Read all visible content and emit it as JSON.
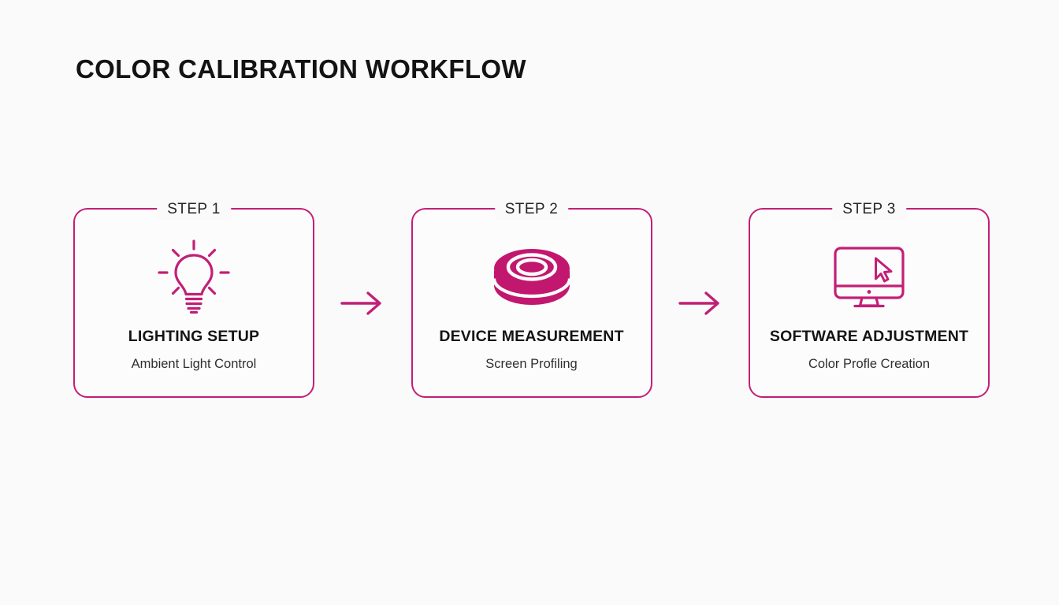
{
  "theme": {
    "background": "#fbfafb",
    "accent": "#c21f76",
    "accent_solid": "#c2176f",
    "title_color": "#131313",
    "label_color": "#262626",
    "subtitle_color": "#2f2f2f"
  },
  "header": {
    "title": "COLOR CALIBRATION WORKFLOW"
  },
  "diagram": {
    "type": "horizontal-step-flow",
    "step_count": 3,
    "connector_icon": "arrow-right-icon",
    "steps": [
      {
        "label": "STEP 1",
        "title": "LIGHTING SETUP",
        "subtitle": "Ambient Light Control",
        "icon": "lightbulb-icon"
      },
      {
        "label": "STEP 2",
        "title": "DEVICE MEASUREMENT",
        "subtitle": "Screen Profiling",
        "icon": "colorimeter-puck-icon"
      },
      {
        "label": "STEP 3",
        "title": "SOFTWARE ADJUSTMENT",
        "subtitle": "Color Profle Creation",
        "icon": "monitor-cursor-icon"
      }
    ]
  }
}
